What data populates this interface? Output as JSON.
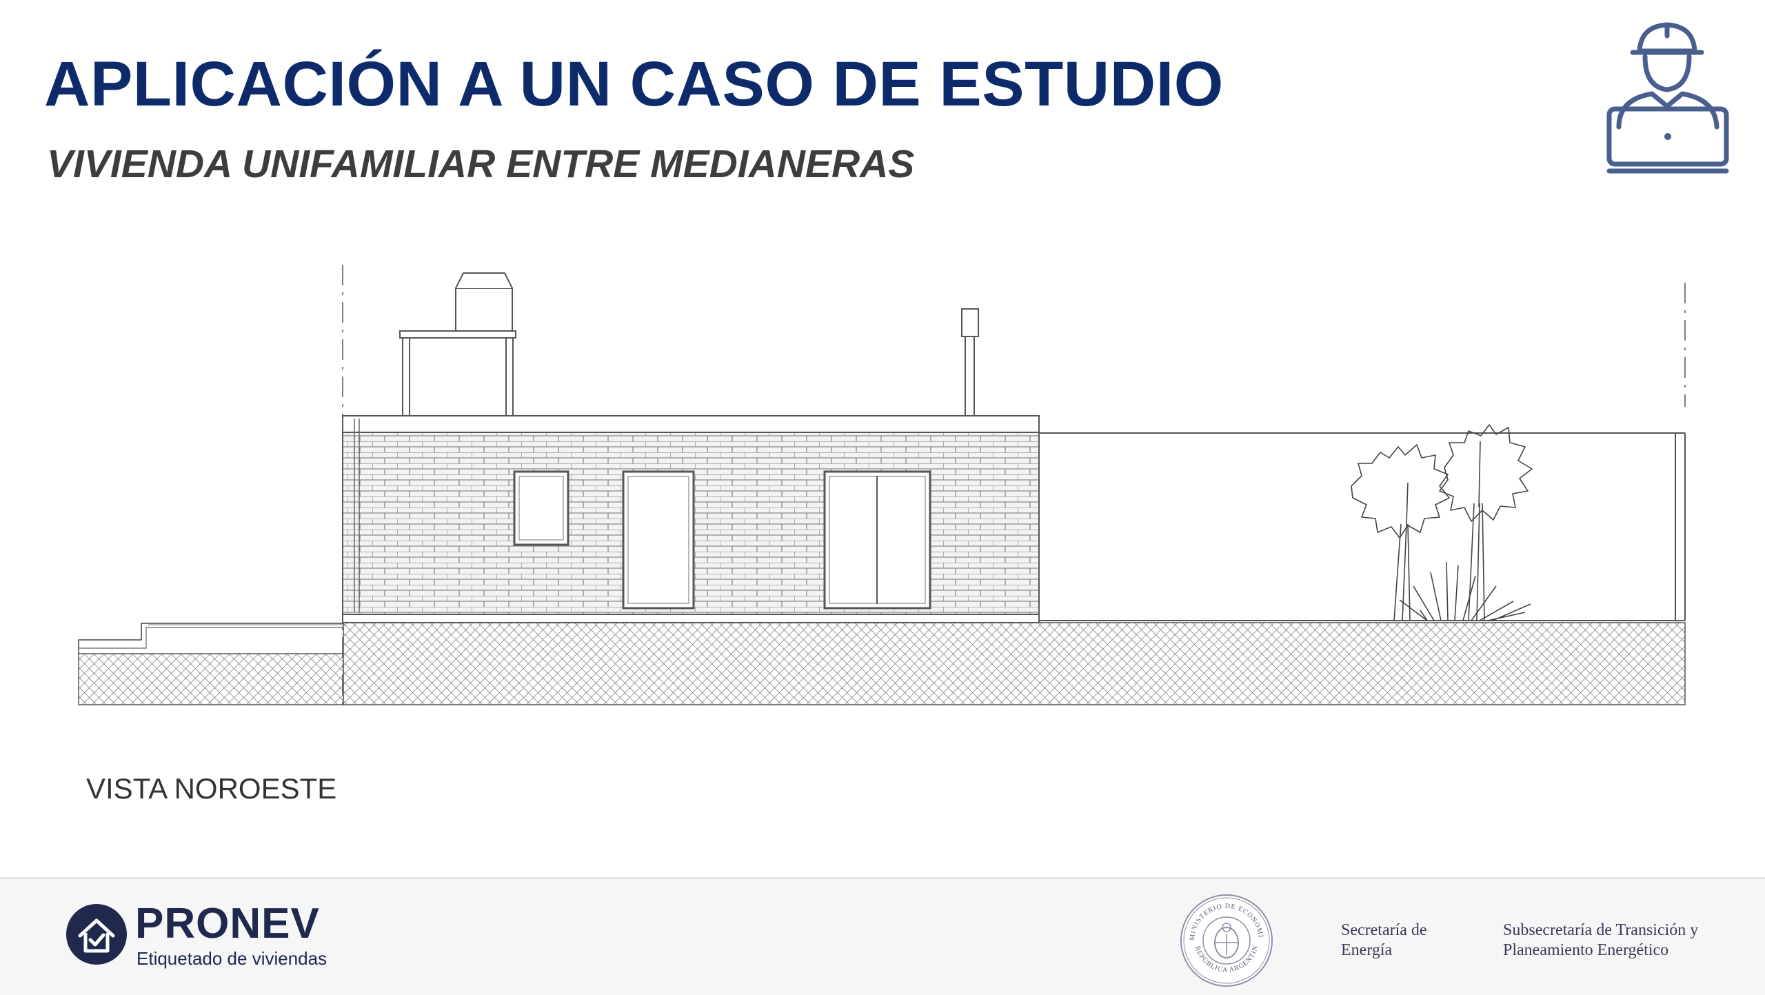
{
  "header": {
    "title": "APLICACIÓN A UN CASO DE ESTUDIO",
    "subtitle": "VIVIENDA UNIFAMILIAR ENTRE MEDIANERAS",
    "icon": "engineer-laptop-icon"
  },
  "drawing": {
    "view_label": "VISTA NOROESTE"
  },
  "footer": {
    "brand_name": "PRONEV",
    "brand_tagline": "Etiquetado de viviendas",
    "seal_text_top": "MINISTERIO DE ECONOMÍA",
    "seal_text_bottom": "REPÚBLICA ARGENTINA",
    "gov_1_line1": "Secretaría de",
    "gov_1_line2": "Energía",
    "gov_2_line1": "Subsecretaría de Transición y",
    "gov_2_line2": "Planeamiento Energético"
  },
  "colors": {
    "title": "#0d2a6b",
    "subtitle": "#3d3d3d",
    "icon": "#4a5f8e",
    "brand": "#20284d"
  }
}
